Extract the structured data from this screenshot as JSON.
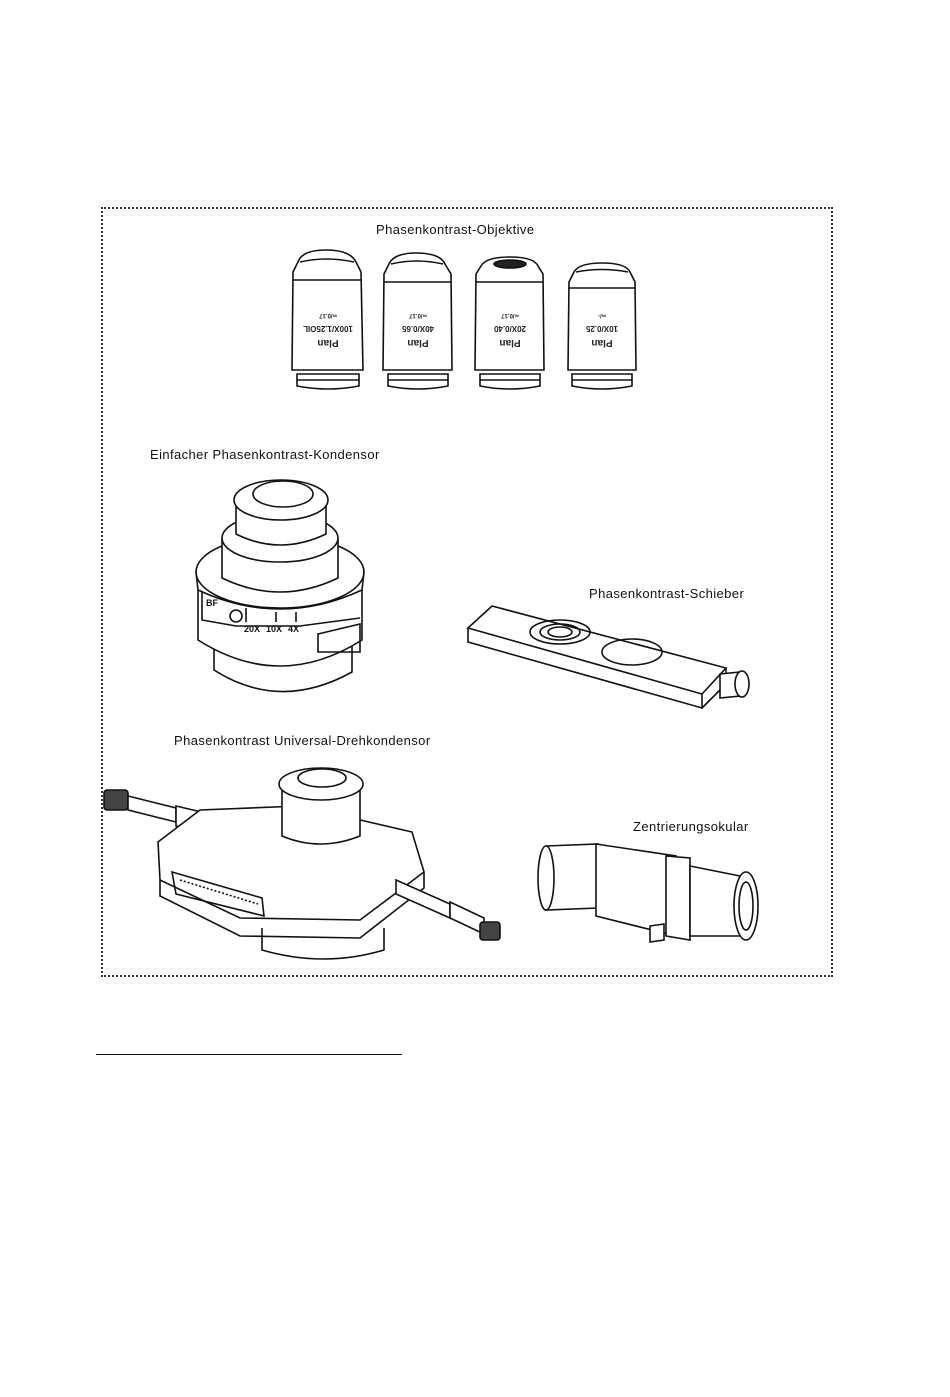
{
  "figure": {
    "captions": {
      "objectives": "Phasenkontrast-Objektive",
      "simple_condenser": "Einfacher Phasenkontrast-Kondensor",
      "slider": "Phasenkontrast-Schieber",
      "universal_condenser": "Phasenkontrast Universal-Drehkondensor",
      "centering_eyepiece": "Zentrierungsokular"
    },
    "objectives": [
      {
        "brand": "Plan",
        "spec": "100X/1.25OIL",
        "correction": "∞/0.17"
      },
      {
        "brand": "Plan",
        "spec": "40X/0.65",
        "correction": "∞/0.17"
      },
      {
        "brand": "Plan",
        "spec": "20X/0.40",
        "correction": "∞/0.17"
      },
      {
        "brand": "Plan",
        "spec": "10X/0.25",
        "correction": "∞/-"
      }
    ],
    "condenser_scale": [
      "BF",
      "20X",
      "10X",
      "4X"
    ]
  }
}
